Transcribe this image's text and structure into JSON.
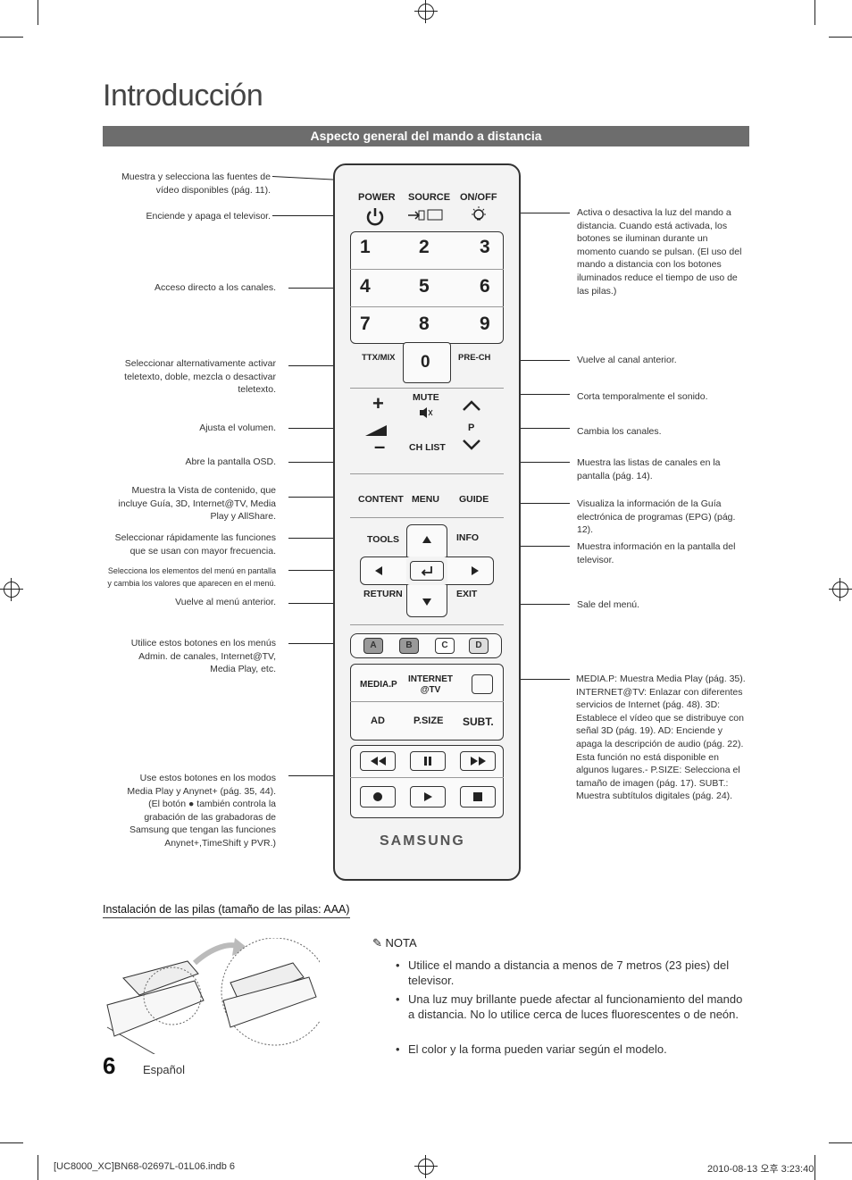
{
  "page_title": "Introducción",
  "section_band": "Aspecto general del mando a distancia",
  "callouts_left": [
    "Muestra y selecciona las fuentes de vídeo disponibles (pág. 11).",
    "Enciende y apaga el televisor.",
    "Acceso directo a los canales.",
    "Seleccionar alternativamente activar teletexto, doble, mezcla o desactivar teletexto.",
    "Ajusta el volumen.",
    "Abre la pantalla OSD.",
    "Muestra la Vista de contenido, que incluye Guía, 3D, Internet@TV, Media Play y AllShare.",
    "Seleccionar rápidamente las funciones que se usan con mayor frecuencia.",
    "Selecciona los elementos del menú en pantalla y cambia los valores que aparecen en el menú.",
    "Vuelve al menú anterior.",
    "Utilice estos botones en los menús Admin. de canales, Internet@TV, Media Play, etc.",
    "Use estos botones en los modos Media Play y Anynet+ (pág. 35, 44). (El botón ● también controla la grabación de las grabadoras de Samsung que tengan las funciones Anynet+,TimeShift y PVR.)"
  ],
  "callouts_right": [
    "Activa o desactiva la luz del mando a distancia. Cuando está activada, los botones se iluminan durante un momento cuando se pulsan. (El uso del mando a distancia con los botones iluminados reduce el tiempo de uso de las pilas.)",
    "Vuelve al canal anterior.",
    "Corta temporalmente el sonido.",
    "Cambia los canales.",
    "Muestra las listas de canales en la pantalla (pág. 14).",
    "Visualiza la información de la Guía electrónica de programas (EPG) (pág. 12).",
    "Muestra información en la pantalla del televisor.",
    "Sale del menú.",
    "MEDIA.P: Muestra Media Play (pág. 35). INTERNET@TV: Enlazar con diferentes servicios de Internet (pág. 48). 3D: Establece el vídeo que se distribuye con señal 3D (pág. 19). AD: Enciende y apaga la descripción de audio (pág. 22). Esta función no está disponible en algunos lugares.- P.SIZE: Selecciona el tamaño de imagen (pág. 17). SUBT.: Muestra subtítulos digitales (pág. 24)."
  ],
  "remote": {
    "power": "POWER",
    "source": "SOURCE",
    "onoff": "ON/OFF",
    "digits": [
      "1",
      "2",
      "3",
      "4",
      "5",
      "6",
      "7",
      "8",
      "9",
      "0"
    ],
    "ttx": "TTX/MIX",
    "prech": "PRE-CH",
    "mute": "MUTE",
    "p": "P",
    "chlist": "CH LIST",
    "content": "CONTENT",
    "menu": "MENU",
    "guide": "GUIDE",
    "tools": "TOOLS",
    "info": "INFO",
    "return": "RETURN",
    "exit": "EXIT",
    "abcd": [
      "A",
      "B",
      "C",
      "D"
    ],
    "mediap": "MEDIA.P",
    "internet": "INTERNET @TV",
    "ad": "AD",
    "psize": "P.SIZE",
    "subt": "SUBT.",
    "brand": "SAMSUNG"
  },
  "battery_heading": "Instalación de las pilas (tamaño de las pilas: AAA)",
  "nota_label": "NOTA",
  "notes": [
    "Utilice el mando a distancia a menos de 7 metros (23 pies) del televisor.",
    "Una luz muy brillante puede afectar al funcionamiento del mando a distancia. No lo utilice cerca de luces fluorescentes o de neón.",
    "El color y la forma pueden variar según el modelo."
  ],
  "page_number": "6",
  "language": "Español",
  "footer_file": "[UC8000_XC]BN68-02697L-01L06.indb   6",
  "footer_date": "2010-08-13   오후 3:23:40"
}
